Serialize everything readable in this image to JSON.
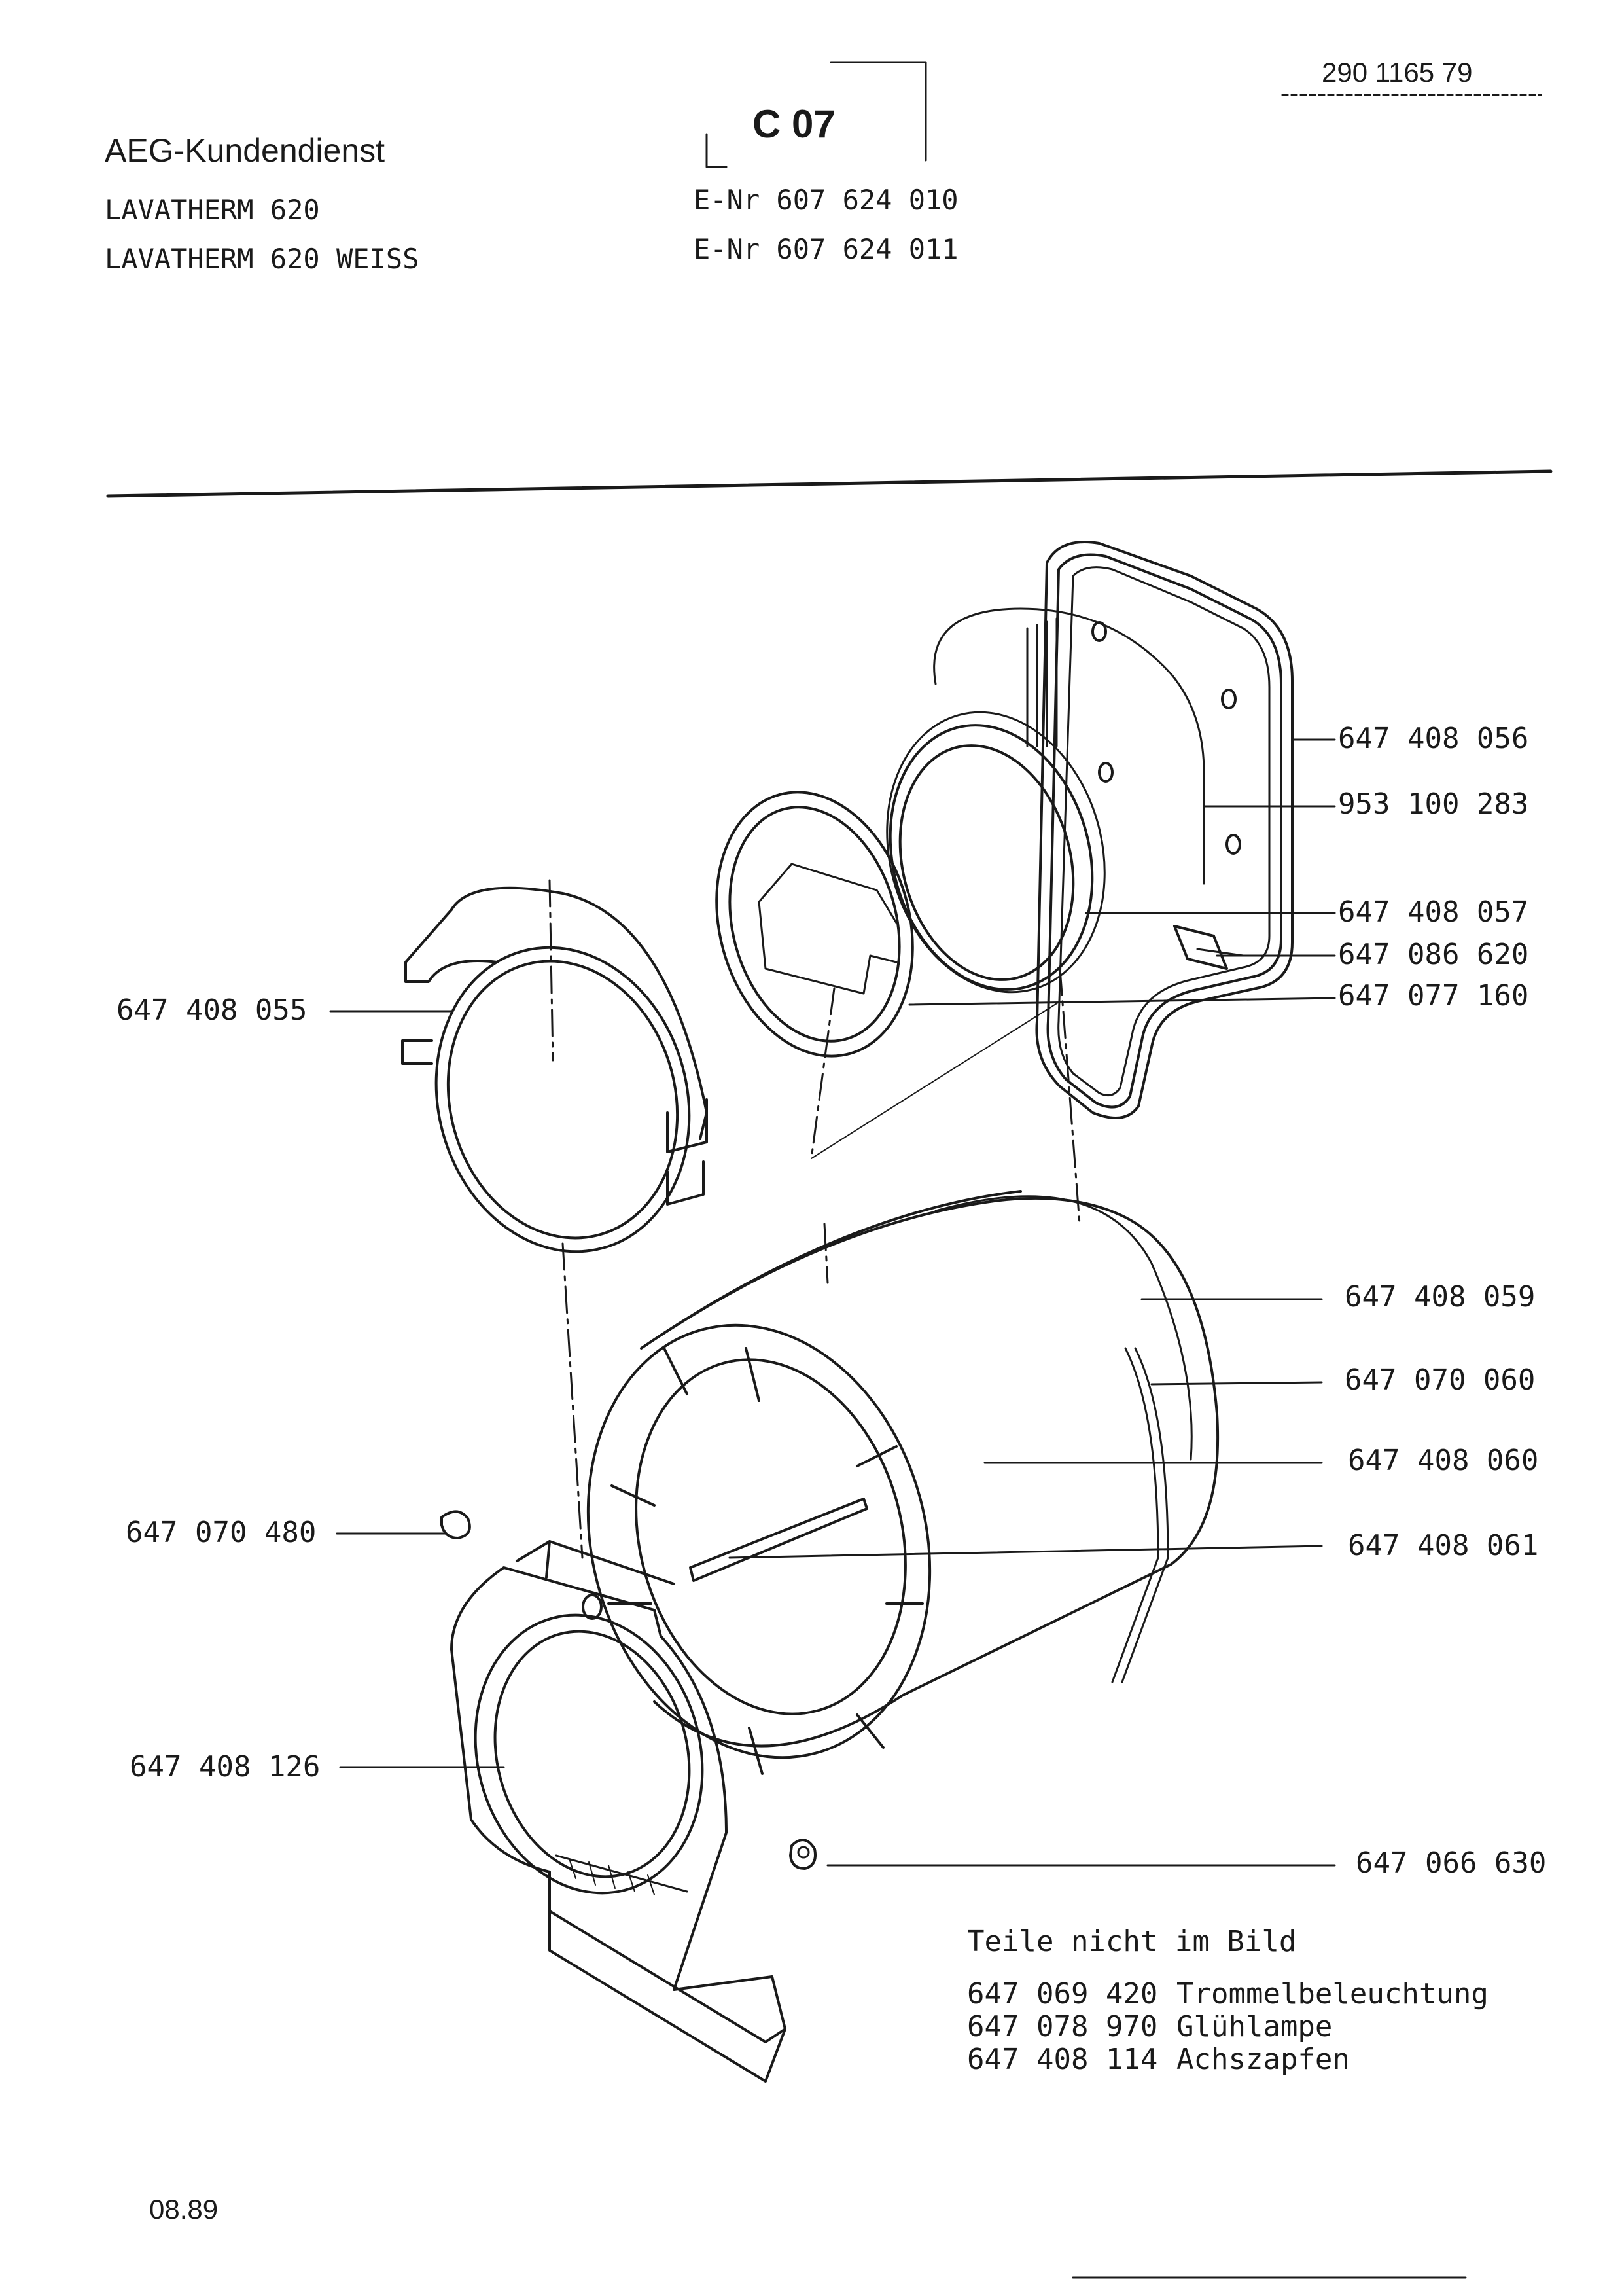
{
  "header": {
    "brand": "AEG-Kundendienst",
    "models": [
      "LAVATHERM 620",
      "LAVATHERM 620 WEISS"
    ],
    "page_code": "C 07",
    "enr": [
      "E-Nr 607 624 010",
      "E-Nr 607 624 011"
    ],
    "doc_number": "290 1165 79"
  },
  "part_labels": {
    "p056": "647 408 056",
    "p283": "953 100 283",
    "p057": "647 408 057",
    "p620": "647 086 620",
    "p160": "647 077 160",
    "p055": "647 408 055",
    "p059": "647 408 059",
    "p060a": "647 070 060",
    "p060b": "647 408 060",
    "p061": "647 408 061",
    "p480": "647 070 480",
    "p126": "647 408 126",
    "p630": "647 066 630"
  },
  "notes": {
    "title": "Teile nicht im Bild",
    "items": [
      {
        "number": "647 069 420",
        "name": "Trommelbeleuchtung"
      },
      {
        "number": "647 078 970",
        "name": "Glühlampe"
      },
      {
        "number": "647 408 114",
        "name": "Achszapfen"
      }
    ]
  },
  "footer": {
    "date": "08.89"
  }
}
